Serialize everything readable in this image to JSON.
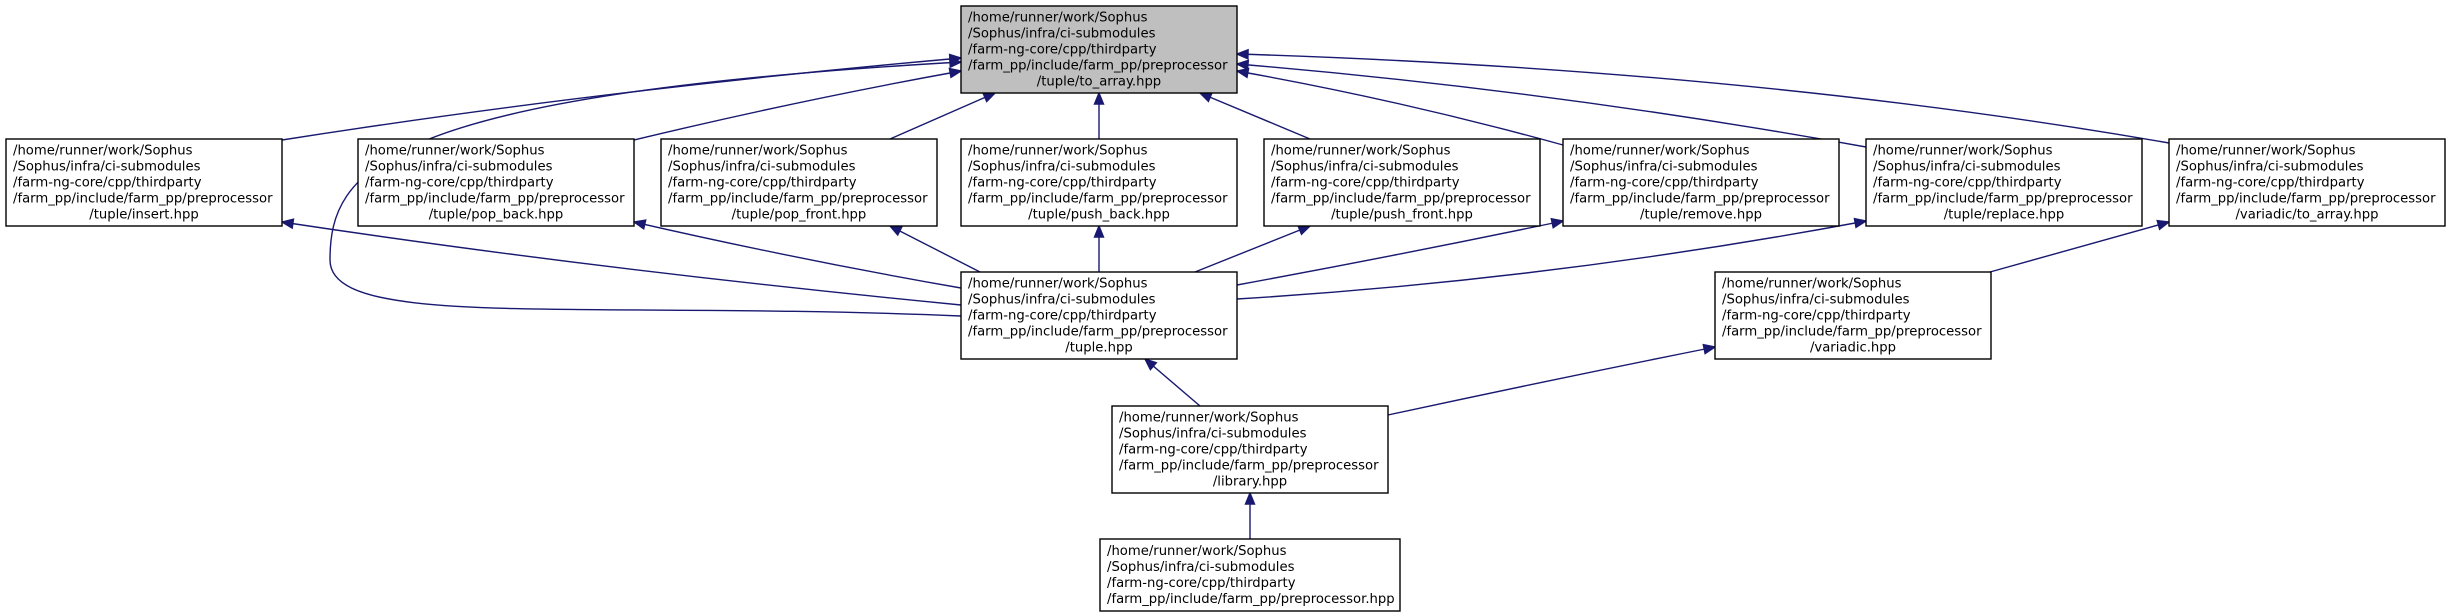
{
  "colors": {
    "edge": "#191970",
    "node_fill": "#ffffff",
    "focus_fill": "#bfbfbf",
    "border": "#000000"
  },
  "nodes": [
    {
      "id": "to_array",
      "focus": true,
      "lines": [
        "/home/runner/work/Sophus",
        "/Sophus/infra/ci-submodules",
        "/farm-ng-core/cpp/thirdparty",
        "/farm_pp/include/farm_pp/preprocessor",
        "/tuple/to_array.hpp"
      ]
    },
    {
      "id": "insert",
      "lines": [
        "/home/runner/work/Sophus",
        "/Sophus/infra/ci-submodules",
        "/farm-ng-core/cpp/thirdparty",
        "/farm_pp/include/farm_pp/preprocessor",
        "/tuple/insert.hpp"
      ]
    },
    {
      "id": "pop_back",
      "lines": [
        "/home/runner/work/Sophus",
        "/Sophus/infra/ci-submodules",
        "/farm-ng-core/cpp/thirdparty",
        "/farm_pp/include/farm_pp/preprocessor",
        "/tuple/pop_back.hpp"
      ]
    },
    {
      "id": "pop_front",
      "lines": [
        "/home/runner/work/Sophus",
        "/Sophus/infra/ci-submodules",
        "/farm-ng-core/cpp/thirdparty",
        "/farm_pp/include/farm_pp/preprocessor",
        "/tuple/pop_front.hpp"
      ]
    },
    {
      "id": "push_back",
      "lines": [
        "/home/runner/work/Sophus",
        "/Sophus/infra/ci-submodules",
        "/farm-ng-core/cpp/thirdparty",
        "/farm_pp/include/farm_pp/preprocessor",
        "/tuple/push_back.hpp"
      ]
    },
    {
      "id": "push_front",
      "lines": [
        "/home/runner/work/Sophus",
        "/Sophus/infra/ci-submodules",
        "/farm-ng-core/cpp/thirdparty",
        "/farm_pp/include/farm_pp/preprocessor",
        "/tuple/push_front.hpp"
      ]
    },
    {
      "id": "remove",
      "lines": [
        "/home/runner/work/Sophus",
        "/Sophus/infra/ci-submodules",
        "/farm-ng-core/cpp/thirdparty",
        "/farm_pp/include/farm_pp/preprocessor",
        "/tuple/remove.hpp"
      ]
    },
    {
      "id": "replace",
      "lines": [
        "/home/runner/work/Sophus",
        "/Sophus/infra/ci-submodules",
        "/farm-ng-core/cpp/thirdparty",
        "/farm_pp/include/farm_pp/preprocessor",
        "/tuple/replace.hpp"
      ]
    },
    {
      "id": "variadic_to_array",
      "lines": [
        "/home/runner/work/Sophus",
        "/Sophus/infra/ci-submodules",
        "/farm-ng-core/cpp/thirdparty",
        "/farm_pp/include/farm_pp/preprocessor",
        "/variadic/to_array.hpp"
      ]
    },
    {
      "id": "tuple",
      "lines": [
        "/home/runner/work/Sophus",
        "/Sophus/infra/ci-submodules",
        "/farm-ng-core/cpp/thirdparty",
        "/farm_pp/include/farm_pp/preprocessor",
        "/tuple.hpp"
      ]
    },
    {
      "id": "variadic",
      "lines": [
        "/home/runner/work/Sophus",
        "/Sophus/infra/ci-submodules",
        "/farm-ng-core/cpp/thirdparty",
        "/farm_pp/include/farm_pp/preprocessor",
        "/variadic.hpp"
      ]
    },
    {
      "id": "library",
      "lines": [
        "/home/runner/work/Sophus",
        "/Sophus/infra/ci-submodules",
        "/farm-ng-core/cpp/thirdparty",
        "/farm_pp/include/farm_pp/preprocessor",
        "/library.hpp"
      ]
    },
    {
      "id": "preprocessor",
      "lines": [
        "/home/runner/work/Sophus",
        "/Sophus/infra/ci-submodules",
        "/farm-ng-core/cpp/thirdparty",
        "/farm_pp/include/farm_pp/preprocessor.hpp"
      ]
    }
  ],
  "edges": [
    {
      "from": "insert",
      "to": "to_array"
    },
    {
      "from": "pop_back",
      "to": "to_array"
    },
    {
      "from": "pop_front",
      "to": "to_array"
    },
    {
      "from": "push_back",
      "to": "to_array"
    },
    {
      "from": "push_front",
      "to": "to_array"
    },
    {
      "from": "remove",
      "to": "to_array"
    },
    {
      "from": "replace",
      "to": "to_array"
    },
    {
      "from": "variadic_to_array",
      "to": "to_array"
    },
    {
      "from": "tuple",
      "to": "to_array"
    },
    {
      "from": "tuple",
      "to": "insert"
    },
    {
      "from": "tuple",
      "to": "pop_back"
    },
    {
      "from": "tuple",
      "to": "pop_front"
    },
    {
      "from": "tuple",
      "to": "push_back"
    },
    {
      "from": "tuple",
      "to": "push_front"
    },
    {
      "from": "tuple",
      "to": "remove"
    },
    {
      "from": "tuple",
      "to": "replace"
    },
    {
      "from": "variadic",
      "to": "variadic_to_array"
    },
    {
      "from": "library",
      "to": "tuple"
    },
    {
      "from": "library",
      "to": "variadic"
    },
    {
      "from": "preprocessor",
      "to": "library"
    }
  ]
}
